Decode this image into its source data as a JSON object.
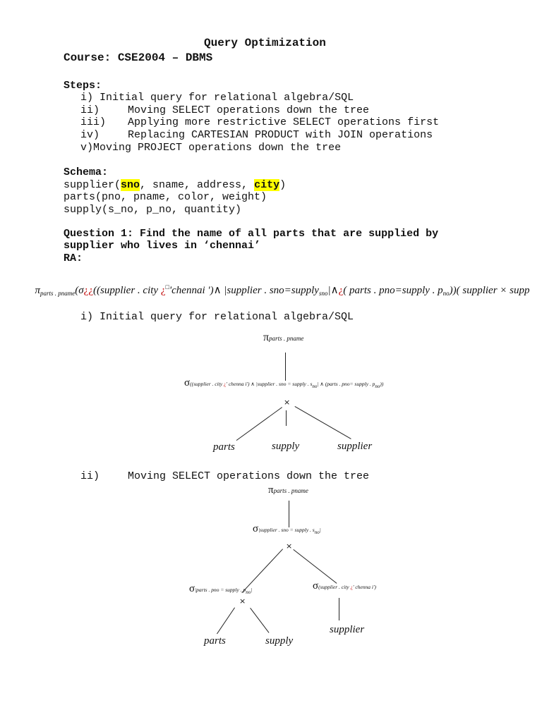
{
  "document": {
    "title": "Query Optimization",
    "course": "Course: CSE2004 – DBMS",
    "steps_heading": "Steps:",
    "steps": [
      {
        "num": "i)",
        "text": "Initial query for relational algebra/SQL"
      },
      {
        "num": "ii)",
        "text": "Moving SELECT operations down the tree"
      },
      {
        "num": "iii)",
        "text": "Applying more restrictive SELECT operations first"
      },
      {
        "num": "iv)",
        "text": "Replacing CARTESIAN PRODUCT with JOIN operations"
      },
      {
        "num": "v)",
        "text": "Moving PROJECT operations down the tree"
      }
    ],
    "schema_heading": "Schema:",
    "schema": {
      "supplier": {
        "prefix": "supplier(",
        "key": "sno",
        "middle": ", sname, address, ",
        "highlight2": "city",
        "suffix": ")"
      },
      "parts": "parts(pno, pname, color, weight)",
      "supply": "supply(s_no, p_no, quantity)"
    },
    "highlight_color": "#ffff00",
    "question": {
      "line1": "Question 1: Find the name of all parts that are supplied by",
      "line2": "supplier who lives in ‘chennai’",
      "ra_label": "RA:"
    },
    "ra_expression": {
      "pi": "π",
      "pi_sub": "parts . pname",
      "open": "(",
      "sigma": "σ",
      "garbled1": "¿¿",
      "part1": "((supplier . city ",
      "garbled2": "¿",
      "box": "□",
      "part2": "'chennai ')∧ |supplier . sno=supply",
      "sno_sub": "sno",
      "part3": "|∧",
      "garbled3": "¿",
      "part4": "( parts . pno=supply . p",
      "pno_sub": "no",
      "part5": "))( supplier × supp"
    },
    "section1": {
      "heading": "i) Initial query for relational algebra/SQL",
      "tree": {
        "root_pi": "π",
        "root_sub": "parts . pname",
        "sigma": "σ",
        "sigma_sub_a": "((supplier . city ",
        "sigma_sub_red": "¿",
        "sigma_sub_b": "' chenna i') ∧ |supplier . sno = supply . s",
        "sigma_sub_c": "no",
        "sigma_sub_d": "| ∧ (parts . pno= supply . p",
        "sigma_sub_e": "no",
        "sigma_sub_f": "))",
        "cross": "×",
        "leaves": [
          "parts",
          "supply",
          "supplier"
        ]
      }
    },
    "section2": {
      "heading_num": "ii)",
      "heading_text": "Moving SELECT operations down the tree",
      "tree": {
        "root_pi": "π",
        "root_sub": "parts . pname",
        "sigma_top": "σ",
        "sigma_top_sub": "|supplier . sno = supply . s",
        "sigma_top_sub2": "no",
        "sigma_top_sub3": "|",
        "cross": "×",
        "sigma_left": "σ",
        "sigma_left_sub": "|parts . pno = supply . p",
        "sigma_left_sub2": "no",
        "sigma_left_sub3": "|",
        "cross_left": "×",
        "sigma_right": "σ",
        "sigma_right_sub_a": "(supplier . city ",
        "sigma_right_sub_red": "¿",
        "sigma_right_sub_b": "' chenna i')",
        "leaves_left": [
          "parts",
          "supply"
        ],
        "leaf_right": "supplier"
      }
    }
  }
}
